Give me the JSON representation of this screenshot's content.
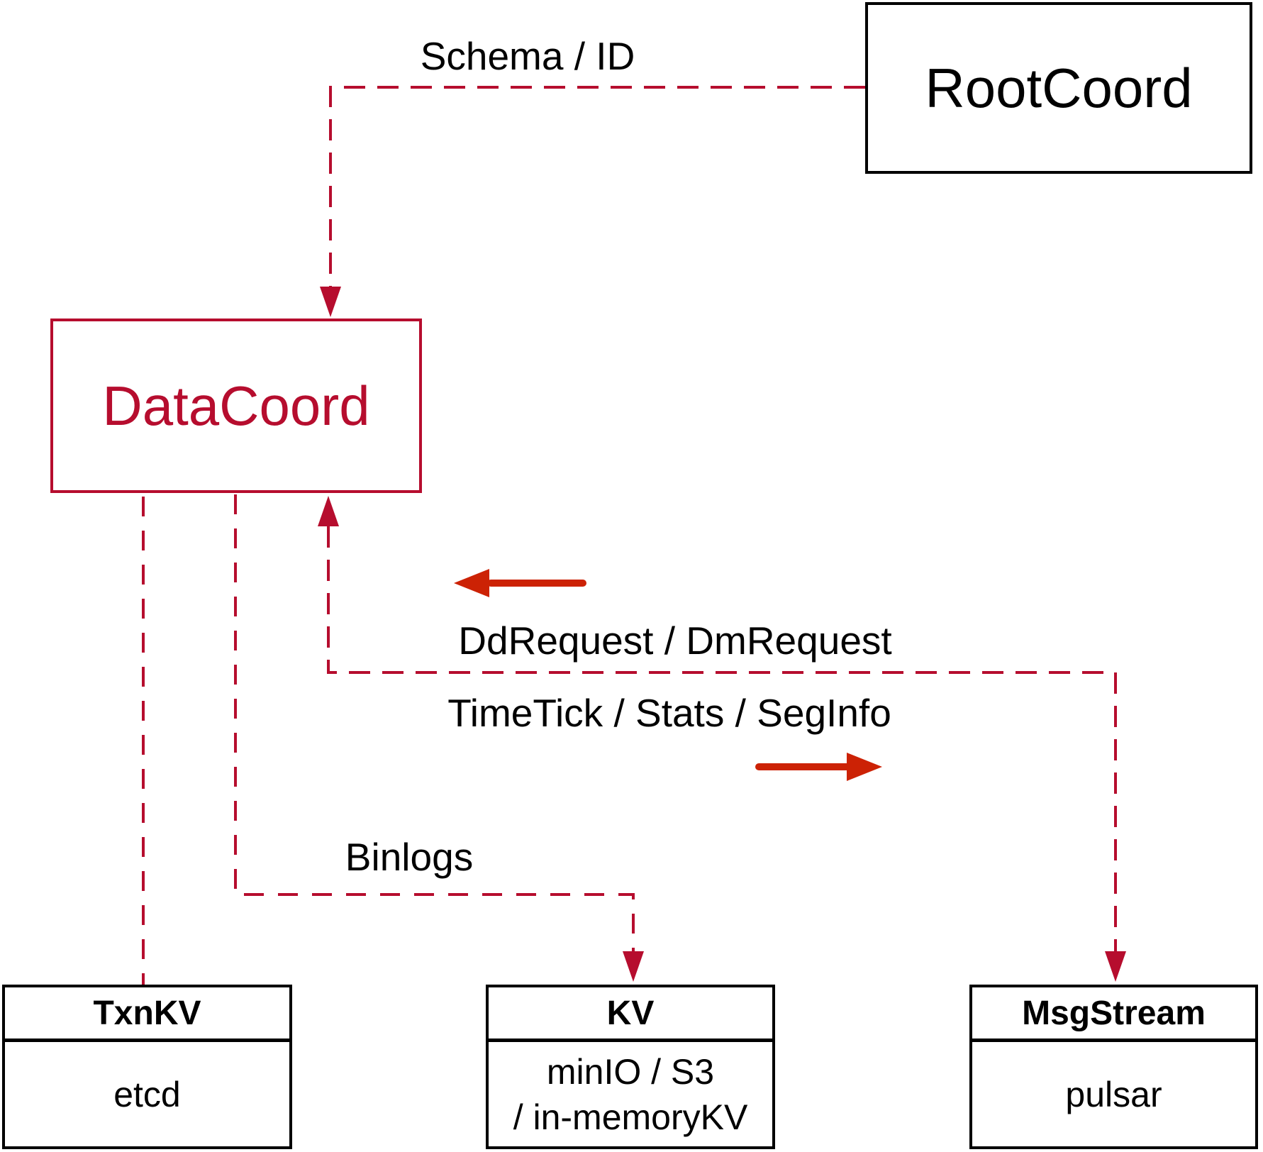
{
  "nodes": {
    "rootcoord": {
      "label": "RootCoord"
    },
    "datacoord": {
      "label": "DataCoord"
    },
    "txnkv": {
      "title": "TxnKV",
      "body": "etcd"
    },
    "kv": {
      "title": "KV",
      "body_line1": "minIO / S3",
      "body_line2": "/ in-memoryKV"
    },
    "msgstream": {
      "title": "MsgStream",
      "body": "pulsar"
    }
  },
  "edges": {
    "schema_id": {
      "label": "Schema / ID"
    },
    "dd_dm_request": {
      "label": "DdRequest / DmRequest"
    },
    "timetick_stats_seginfo": {
      "label": "TimeTick / Stats / SegInfo"
    },
    "binlogs": {
      "label": "Binlogs"
    }
  },
  "colors": {
    "dashed_line_crimson": "#b60d2e",
    "solid_arrow_red": "#cc2205",
    "box_border_black": "#000000",
    "text_black": "#000000",
    "background": "#ffffff"
  }
}
